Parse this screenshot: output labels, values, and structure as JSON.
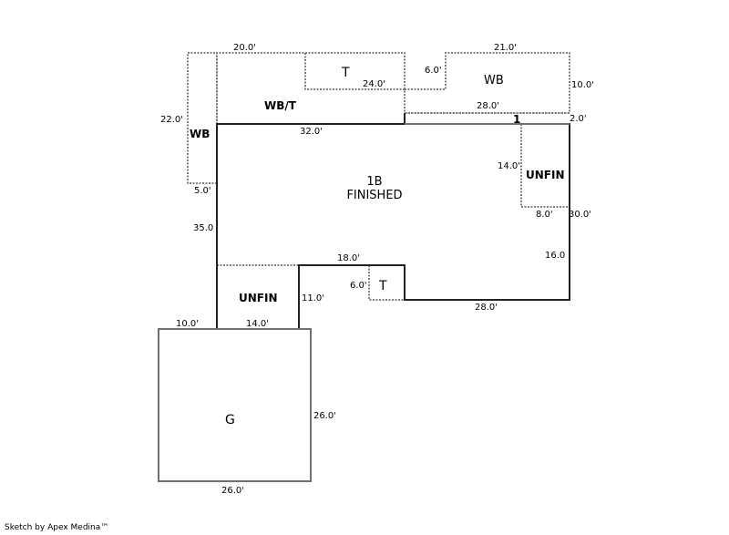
{
  "sketch": {
    "areas": {
      "main": {
        "code": "1B",
        "label": "FINISHED"
      },
      "wb_left": "WB",
      "wbt": "WB/T",
      "t_top": "T",
      "wb_right": "WB",
      "unfin_right": "UNFIN",
      "unfin_lower": "UNFIN",
      "t_lower": "T",
      "garage": "G",
      "marker": "1"
    },
    "dimensions": {
      "top_20": "20.0'",
      "top_24": "24.0'",
      "top_6": "6.0'",
      "top_21": "21.0'",
      "right_10": "10.0'",
      "strip_28": "28.0'",
      "strip_2": "2.0'",
      "left_22": "22.0'",
      "main_32": "32.0'",
      "left_5": "5.0'",
      "unfin_14": "14.0'",
      "unfin_8": "8.0'",
      "right_30": "30.0'",
      "left_35": "35.0",
      "right_16": "16.0",
      "step_18": "18.0'",
      "t_6": "6.0'",
      "step_11": "11.0'",
      "bottom_28": "28.0'",
      "g_10": "10.0'",
      "g_14": "14.0'",
      "g_26_right": "26.0'",
      "g_26_bottom": "26.0'"
    }
  },
  "footer": {
    "credit": "Sketch by Apex Medina™"
  }
}
